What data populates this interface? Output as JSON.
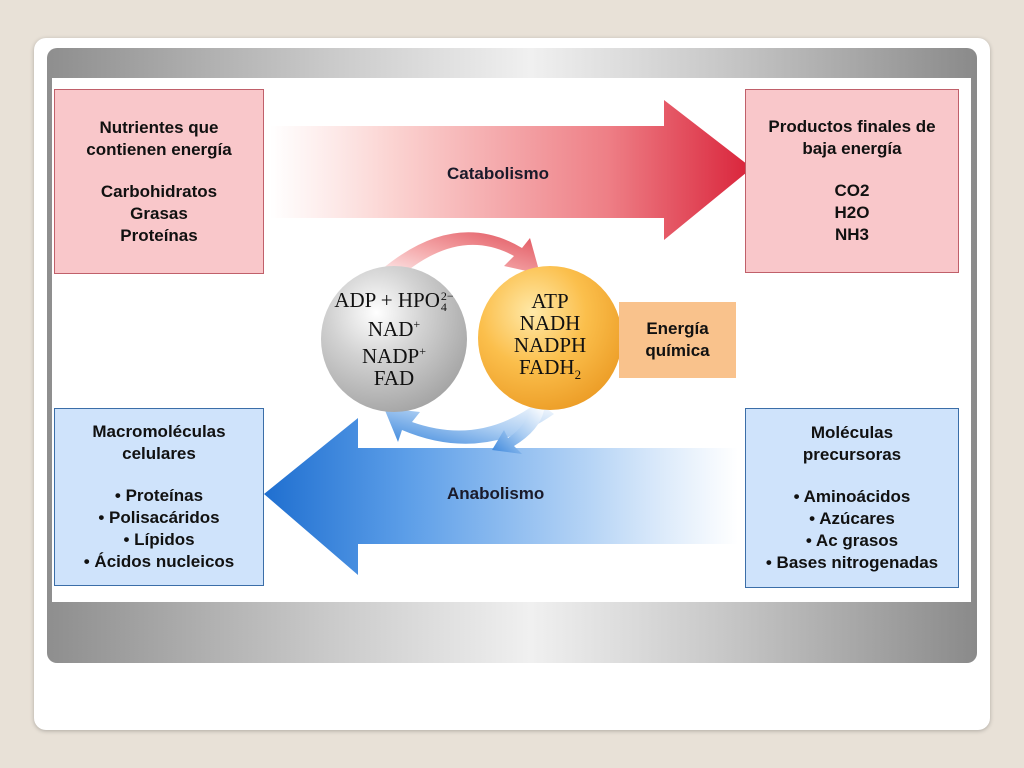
{
  "catabolism": {
    "label": "Catabolismo"
  },
  "anabolism": {
    "label": "Anabolismo"
  },
  "nutrients": {
    "title_lines": [
      "Nutrientes que",
      "contienen energía"
    ],
    "items": [
      "Carbohidratos",
      "Grasas",
      "Proteínas"
    ]
  },
  "products": {
    "title_lines": [
      "Productos finales de",
      "baja energía"
    ],
    "items": [
      "CO2",
      "H2O",
      "NH3"
    ]
  },
  "macromolecules": {
    "title_lines": [
      "Macromoléculas",
      "celulares"
    ],
    "items": [
      "• Proteínas",
      "• Polisacáridos",
      "• Lípidos",
      "• Ácidos nucleicos"
    ]
  },
  "precursors": {
    "title_lines": [
      "Moléculas",
      "precursoras"
    ],
    "items": [
      "• Aminoácidos",
      "• Azúcares",
      "• Ac grasos",
      "• Bases nitrogenadas"
    ]
  },
  "low_energy_circle": {
    "line1_base": "ADP + HPO",
    "line1_sup": "2−",
    "line1_sub": "4",
    "line2_base": "NAD",
    "line2_sup": "+",
    "line3_base": "NADP",
    "line3_sup": "+",
    "line4": "FAD"
  },
  "high_energy_circle": {
    "line1": "ATP",
    "line2": "NADH",
    "line3": "NADPH",
    "line4_base": "FADH",
    "line4_sub": "2"
  },
  "chemical_energy": {
    "lines": [
      "Energía",
      "química"
    ]
  },
  "colors": {
    "catabolism_arrow": "#e0303f",
    "anabolism_arrow": "#2a78d6",
    "pink_box": "#f9c7ca",
    "blue_box": "#cfe3fb",
    "energy_box": "#f9c28c"
  }
}
